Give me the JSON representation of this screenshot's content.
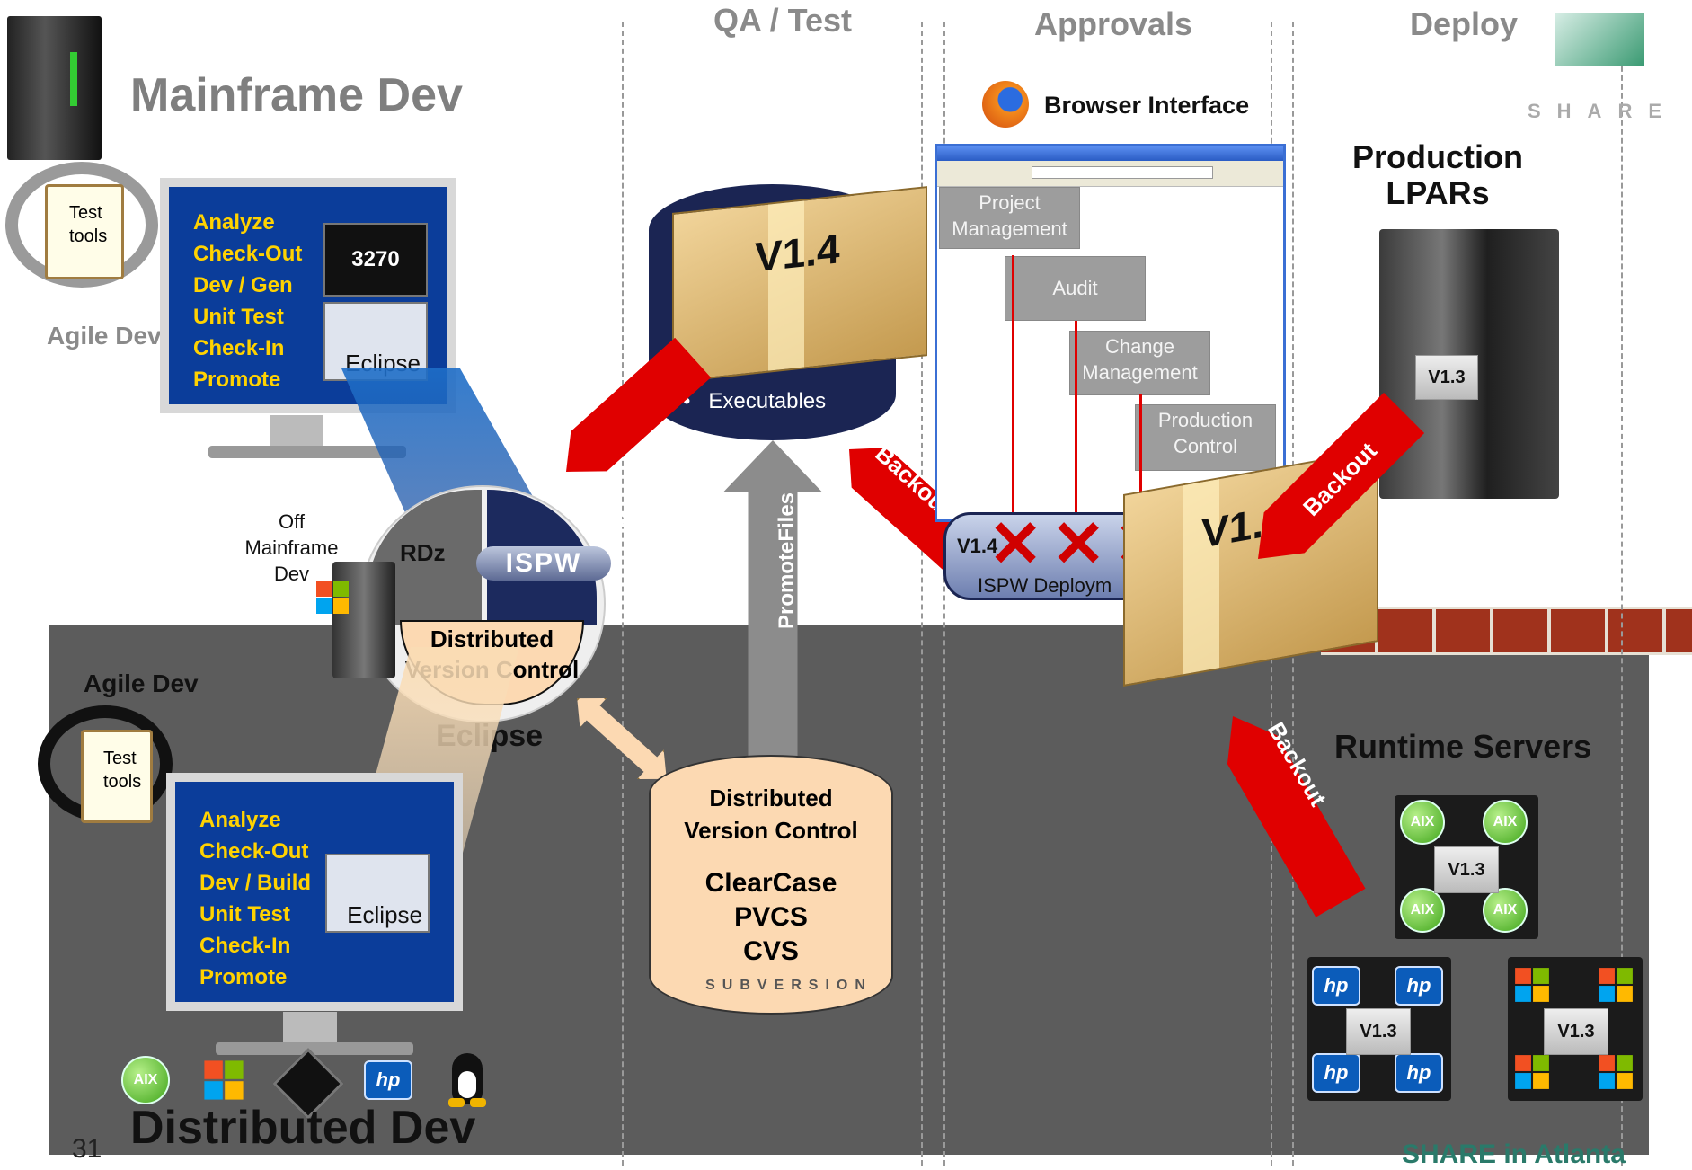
{
  "columns": {
    "qa_test": "QA / Test",
    "approvals": "Approvals",
    "deploy": "Deploy"
  },
  "mainframe": {
    "title": "Mainframe Dev",
    "agile_label": "Agile Dev",
    "clipboard_line1": "Test",
    "clipboard_line2": "tools",
    "menu": [
      "Analyze",
      "Check-Out",
      "Dev / Gen",
      "Unit Test",
      "Check-In",
      "Promote"
    ],
    "thumb_3270": "3270",
    "thumb_eclipse": "Eclipse"
  },
  "hub": {
    "off_mainframe": [
      "Off",
      "Mainframe",
      "Dev"
    ],
    "rdz": "RDz",
    "ispw": "ISPW",
    "dvc_line1": "Distributed",
    "dvc_line2": "Version Control",
    "eclipse": "Eclipse"
  },
  "distributed": {
    "title": "Distributed Dev",
    "agile_label": "Agile Dev",
    "clipboard_line1": "Test",
    "clipboard_line2": "tools",
    "menu": [
      "Analyze",
      "Check-Out",
      "Dev / Build",
      "Unit Test",
      "Check-In",
      "Promote"
    ],
    "thumb_eclipse": "Eclipse",
    "platform_aix": "AIX",
    "platform_hp": "hp",
    "page_number": "31"
  },
  "qa": {
    "package_label": "V1.4",
    "bullet_executables": "Executables",
    "promote_label": "PromoteFiles",
    "backout_left": "Backout",
    "backout_right": "Backout"
  },
  "dvc_store": {
    "line1": "Distributed",
    "line2": "Version Control",
    "items": [
      "ClearCase",
      "PVCS",
      "CVS"
    ],
    "subversion": "SUBVERSION"
  },
  "approvals": {
    "browser_label": "Browser Interface",
    "workflow": [
      "Project Management",
      "Audit",
      "Change Management",
      "Production Control"
    ],
    "deploy_bar_label": "ISPW Deploym",
    "deploy_pkg": "V1.4"
  },
  "deploy": {
    "share_logo": "SHARE",
    "production_title_1": "Production",
    "production_title_2": "LPARs",
    "lpar_package": "V1.3",
    "big_package": "V1.",
    "backout_top": "Backout",
    "backout_bottom": "Backout",
    "runtime_title": "Runtime Servers",
    "aix": "AIX",
    "hp": "hp",
    "server_package": "V1.3",
    "footer_logo": "SHARE in Atlanta"
  }
}
